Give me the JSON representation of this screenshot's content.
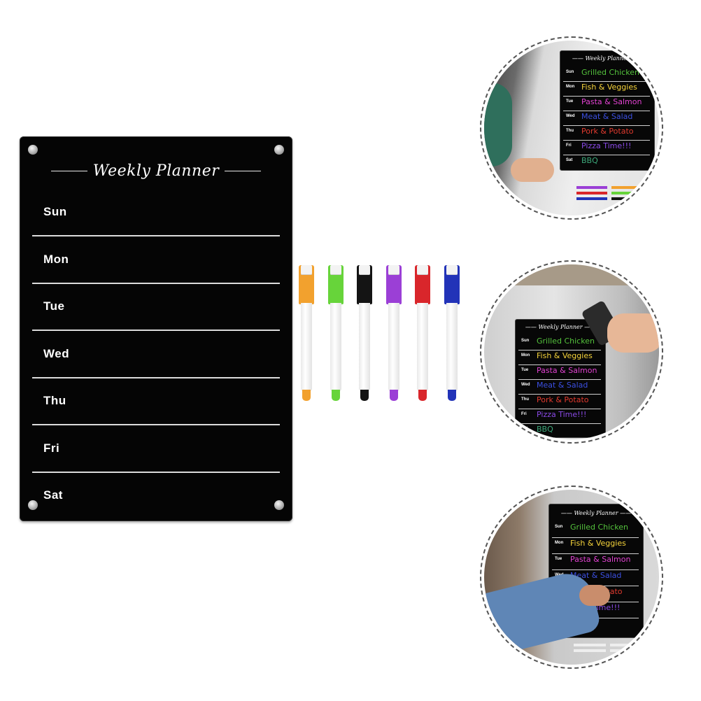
{
  "board": {
    "title": "Weekly Planner",
    "days": [
      "Sun",
      "Mon",
      "Tue",
      "Wed",
      "Thu",
      "Fri",
      "Sat"
    ]
  },
  "markers": [
    {
      "name": "orange",
      "color": "#f2a12e"
    },
    {
      "name": "green",
      "color": "#67d43a"
    },
    {
      "name": "black",
      "color": "#141414"
    },
    {
      "name": "purple",
      "color": "#9b3fd6"
    },
    {
      "name": "red",
      "color": "#d9262b"
    },
    {
      "name": "blue",
      "color": "#2233b8"
    }
  ],
  "mini_board": {
    "title": "Weekly Planner",
    "rows": [
      {
        "day": "Sun",
        "meal": "Grilled Chicken",
        "color": "#54c23c"
      },
      {
        "day": "Mon",
        "meal": "Fish & Veggies",
        "color": "#f4d23a"
      },
      {
        "day": "Tue",
        "meal": "Pasta & Salmon",
        "color": "#e242d2"
      },
      {
        "day": "Wed",
        "meal": "Meat & Salad",
        "color": "#3b4fe0"
      },
      {
        "day": "Thu",
        "meal": "Pork & Potato",
        "color": "#e23a2e"
      },
      {
        "day": "Fri",
        "meal": "Pizza Time!!!",
        "color": "#8a49e6"
      },
      {
        "day": "Sat",
        "meal": "BBQ",
        "color": "#3ca87a"
      }
    ]
  }
}
